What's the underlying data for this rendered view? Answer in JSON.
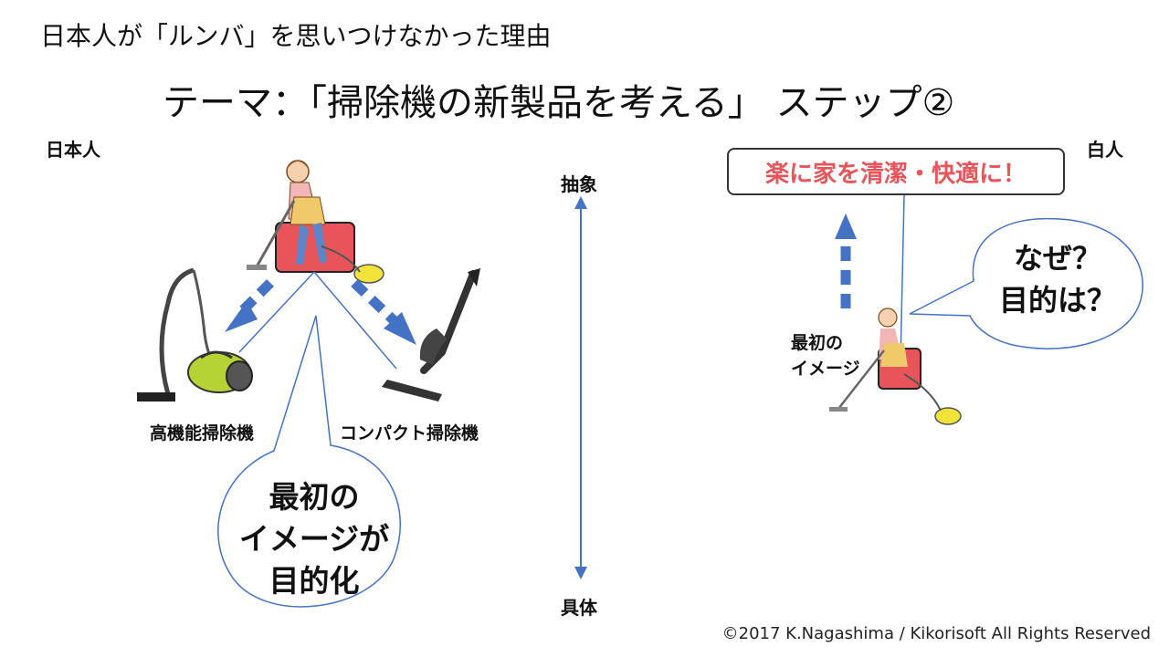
{
  "header": "日本人が「ルンバ」を思いつけなかった理由",
  "title": "テーマ：「掃除機の新製品を考える」 ステップ②",
  "left": {
    "label": "日本人",
    "product_a": "高機能掃除機",
    "product_b": "コンパクト掃除機",
    "bubble_lines": [
      "最初の",
      "イメージが",
      "目的化"
    ]
  },
  "axis": {
    "top": "抽象",
    "bottom": "具体"
  },
  "right": {
    "label": "白人",
    "goal": "楽に家を清潔・快適に！",
    "bubble_lines": [
      "なぜ？",
      "目的は？"
    ],
    "first_image_lines": [
      "最初の",
      "イメージ"
    ]
  },
  "footer": "©2017 K.Nagashima / Kikorisoft All Rights Reserved",
  "colors": {
    "arrow_blue": "#4472c4",
    "goal_red": "#e8545a",
    "box_red": "#e8545a"
  }
}
